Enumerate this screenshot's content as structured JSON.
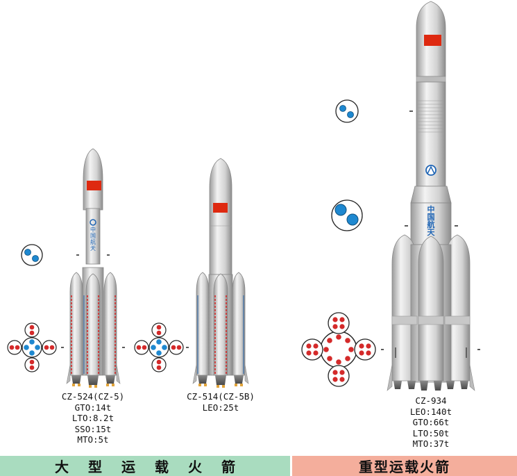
{
  "rockets": [
    {
      "name": "CZ-524(CZ-5)",
      "payloads": [
        "GTO:14t",
        "LTO:8.2t",
        "SSO:15t",
        "MTO:5t"
      ],
      "core_marking": "中国航天"
    },
    {
      "name": "CZ-514(CZ-5B)",
      "payloads": [
        "LEO:25t"
      ]
    },
    {
      "name": "CZ-934",
      "payloads": [
        "LEO:140t",
        "GTO:66t",
        "LTO:50t",
        "MTO:37t"
      ],
      "core_marking": "中国航天"
    }
  ],
  "bands": {
    "left": "大型运载火箭",
    "right": "重型运载火箭"
  },
  "colors": {
    "band_left": "#a9dcbf",
    "band_right": "#f4ae9c",
    "rocket_body": "#dcdcdc",
    "flag_red": "#de2910",
    "engine_red": "#d42a2a",
    "engine_blue": "#1e88d0"
  }
}
